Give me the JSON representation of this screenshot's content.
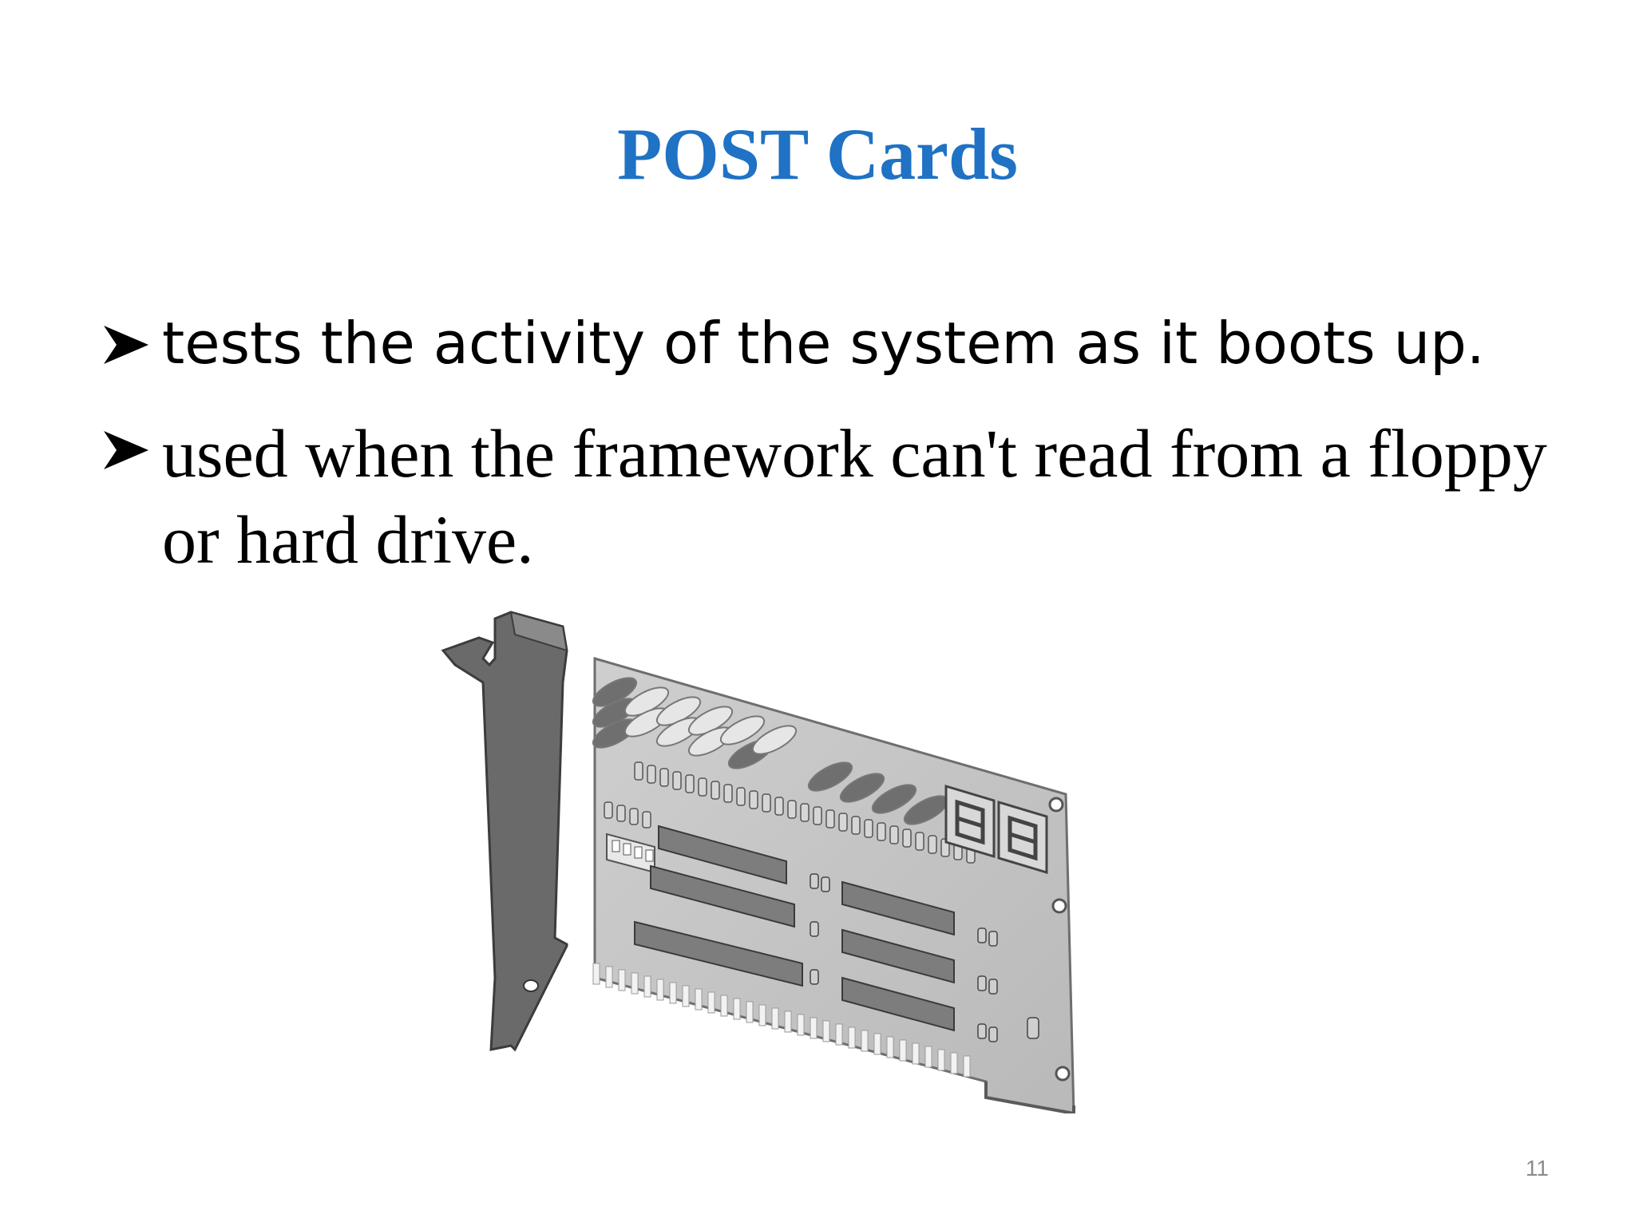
{
  "slide": {
    "title": "POST Cards",
    "bullets": [
      {
        "text": "tests the activity of the system as it boots up."
      },
      {
        "text": " used when the framework can't read from a floppy or hard drive."
      }
    ],
    "page_number": "11"
  },
  "colors": {
    "title": "#1f72c4",
    "body_text": "#000000",
    "page_number": "#8c8c8c"
  },
  "icons": {
    "bullet": "arrowhead-bullet-icon",
    "figure": "post-card-expansion-board"
  }
}
